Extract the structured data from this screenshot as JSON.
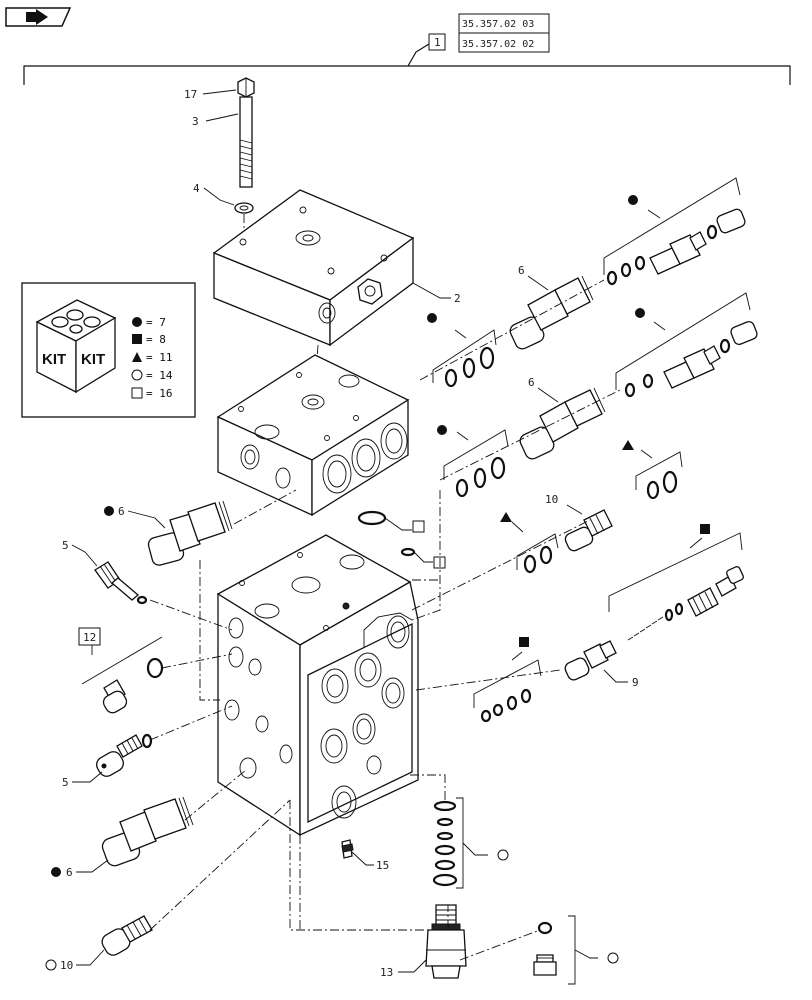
{
  "nav": {
    "icon": "next-page-arrow-icon"
  },
  "reference_codes": [
    "35.357.02 03",
    "35.357.02 02"
  ],
  "assembly_label": "1",
  "part_labels": {
    "p2": "2",
    "p3": "3",
    "p4": "4",
    "p5a": "5",
    "p5b": "5",
    "p6a": "6",
    "p6b": "6",
    "p6c": "6",
    "p6d": "6",
    "p9": "9",
    "p10a": "10",
    "p10b": "10",
    "p12": "12",
    "p13": "13",
    "p15": "15",
    "p17": "17"
  },
  "legend": {
    "kit_label": "KIT",
    "items": [
      {
        "symbol": "filled-circle",
        "value": "= 7"
      },
      {
        "symbol": "filled-square",
        "value": "= 8"
      },
      {
        "symbol": "filled-triangle",
        "value": "= 11"
      },
      {
        "symbol": "open-circle",
        "value": "= 14"
      },
      {
        "symbol": "open-square",
        "value": "= 16"
      }
    ]
  }
}
